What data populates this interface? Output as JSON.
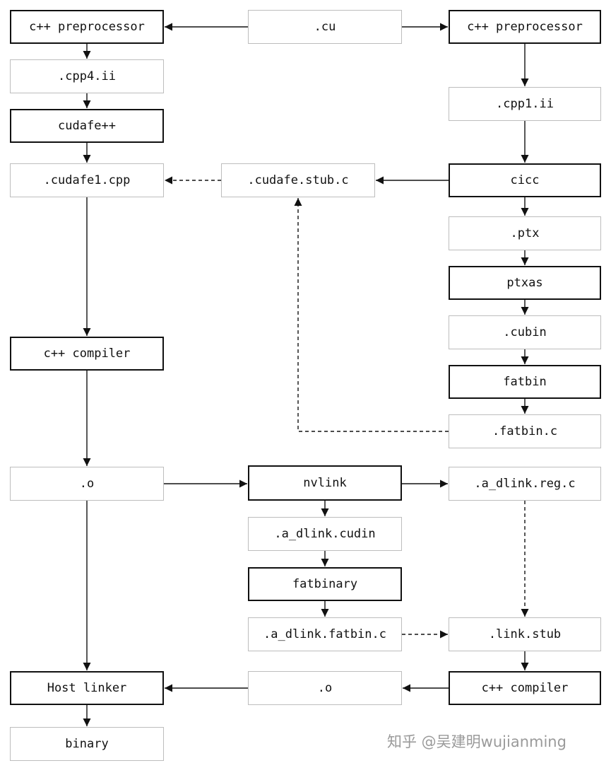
{
  "nodes": {
    "cpp_pre_left": {
      "label": "c++ preprocessor",
      "kind": "step"
    },
    "cu": {
      "label": ".cu",
      "kind": "file"
    },
    "cpp_pre_right": {
      "label": "c++ preprocessor",
      "kind": "step"
    },
    "cpp4_ii": {
      "label": ".cpp4.ii",
      "kind": "file"
    },
    "cpp1_ii": {
      "label": ".cpp1.ii",
      "kind": "file"
    },
    "cudafepp": {
      "label": "cudafe++",
      "kind": "step"
    },
    "cudafe1_cpp": {
      "label": ".cudafe1.cpp",
      "kind": "file"
    },
    "cudafe_stub_c": {
      "label": ".cudafe.stub.c",
      "kind": "file"
    },
    "cicc": {
      "label": "cicc",
      "kind": "step"
    },
    "ptx": {
      "label": ".ptx",
      "kind": "file"
    },
    "ptxas": {
      "label": "ptxas",
      "kind": "step"
    },
    "cubin": {
      "label": ".cubin",
      "kind": "file"
    },
    "fatbin": {
      "label": "fatbin",
      "kind": "step"
    },
    "fatbin_c": {
      "label": ".fatbin.c",
      "kind": "file"
    },
    "cpp_compiler_left": {
      "label": "c++ compiler",
      "kind": "step"
    },
    "o_left": {
      "label": ".o",
      "kind": "file"
    },
    "nvlink": {
      "label": "nvlink",
      "kind": "step"
    },
    "a_dlink_reg_c": {
      "label": ".a_dlink.reg.c",
      "kind": "file"
    },
    "a_dlink_cudin": {
      "label": ".a_dlink.cudin",
      "kind": "file"
    },
    "fatbinary": {
      "label": "fatbinary",
      "kind": "step"
    },
    "a_dlink_fatbin_c": {
      "label": ".a_dlink.fatbin.c",
      "kind": "file"
    },
    "link_stub": {
      "label": ".link.stub",
      "kind": "file"
    },
    "host_linker": {
      "label": "Host linker",
      "kind": "step"
    },
    "o_bottom": {
      "label": ".o",
      "kind": "file"
    },
    "cpp_compiler_right": {
      "label": "c++ compiler",
      "kind": "step"
    },
    "binary": {
      "label": "binary",
      "kind": "file"
    }
  },
  "edges": [
    {
      "from": "cu",
      "to": "cpp_pre_left",
      "style": "solid"
    },
    {
      "from": "cu",
      "to": "cpp_pre_right",
      "style": "solid"
    },
    {
      "from": "cpp_pre_left",
      "to": "cpp4_ii",
      "style": "solid"
    },
    {
      "from": "cpp4_ii",
      "to": "cudafepp",
      "style": "solid"
    },
    {
      "from": "cudafepp",
      "to": "cudafe1_cpp",
      "style": "solid"
    },
    {
      "from": "cudafe1_cpp",
      "to": "cpp_compiler_left",
      "style": "solid"
    },
    {
      "from": "cpp_compiler_left",
      "to": "o_left",
      "style": "solid"
    },
    {
      "from": "o_left",
      "to": "host_linker",
      "style": "solid"
    },
    {
      "from": "host_linker",
      "to": "binary",
      "style": "solid"
    },
    {
      "from": "cpp_pre_right",
      "to": "cpp1_ii",
      "style": "solid"
    },
    {
      "from": "cpp1_ii",
      "to": "cicc",
      "style": "solid"
    },
    {
      "from": "cicc",
      "to": "cudafe_stub_c",
      "style": "solid"
    },
    {
      "from": "cudafe_stub_c",
      "to": "cudafe1_cpp",
      "style": "dashed"
    },
    {
      "from": "cicc",
      "to": "ptx",
      "style": "solid"
    },
    {
      "from": "ptx",
      "to": "ptxas",
      "style": "solid"
    },
    {
      "from": "ptxas",
      "to": "cubin",
      "style": "solid"
    },
    {
      "from": "cubin",
      "to": "fatbin",
      "style": "solid"
    },
    {
      "from": "fatbin",
      "to": "fatbin_c",
      "style": "solid"
    },
    {
      "from": "fatbin_c",
      "to": "cudafe_stub_c",
      "style": "dashed"
    },
    {
      "from": "o_left",
      "to": "nvlink",
      "style": "solid"
    },
    {
      "from": "nvlink",
      "to": "a_dlink_reg_c",
      "style": "solid"
    },
    {
      "from": "nvlink",
      "to": "a_dlink_cudin",
      "style": "solid"
    },
    {
      "from": "a_dlink_cudin",
      "to": "fatbinary",
      "style": "solid"
    },
    {
      "from": "fatbinary",
      "to": "a_dlink_fatbin_c",
      "style": "solid"
    },
    {
      "from": "a_dlink_fatbin_c",
      "to": "link_stub",
      "style": "dashed"
    },
    {
      "from": "a_dlink_reg_c",
      "to": "link_stub",
      "style": "dashed"
    },
    {
      "from": "link_stub",
      "to": "cpp_compiler_right",
      "style": "solid"
    },
    {
      "from": "cpp_compiler_right",
      "to": "o_bottom",
      "style": "solid"
    },
    {
      "from": "o_bottom",
      "to": "host_linker",
      "style": "solid"
    }
  ],
  "watermark": "知乎 @吴建明wujianming"
}
